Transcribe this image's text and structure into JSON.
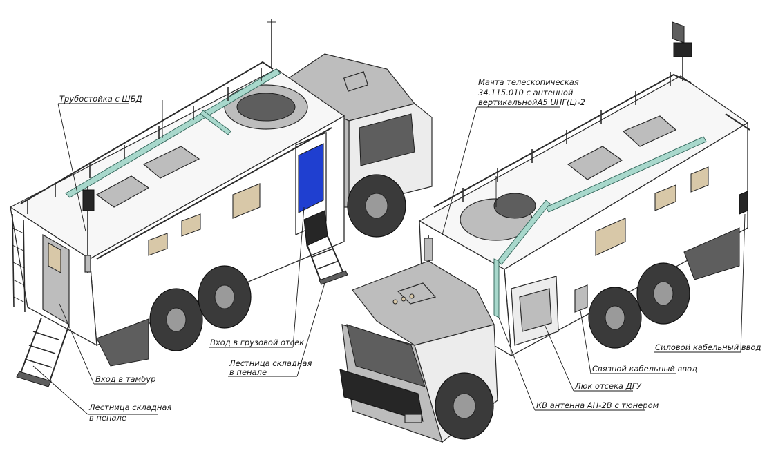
{
  "labels": {
    "pipe_stand": "Трубостойка с ШБД",
    "vestibule_entry": "Вход в тамбур",
    "ladder_left_1": "Лестница складная",
    "ladder_left_2": "в пенале",
    "cargo_entry": "Вход в грузовой отсек",
    "ladder_mid_1": "Лестница складная",
    "ladder_mid_2": "в пенале",
    "mast_1": "Мачта телескопическая",
    "mast_2": "34.115.010 с антенной",
    "mast_3": "вертикальнойА5 UHF(L)-2",
    "power_cable": "Силовой кабельный ввод",
    "comm_cable": "Связной кабельный ввод",
    "dgu_hatch": "Люк отсека ДГУ",
    "hf_antenna": "КВ антенна  АН-2В с тюнером"
  },
  "colors": {
    "body": "#ffffff",
    "cab": "#bdbdbd",
    "rail": "#a8d8cc",
    "door_blue": "#1f3fd0",
    "window": "#d8c8a8"
  }
}
